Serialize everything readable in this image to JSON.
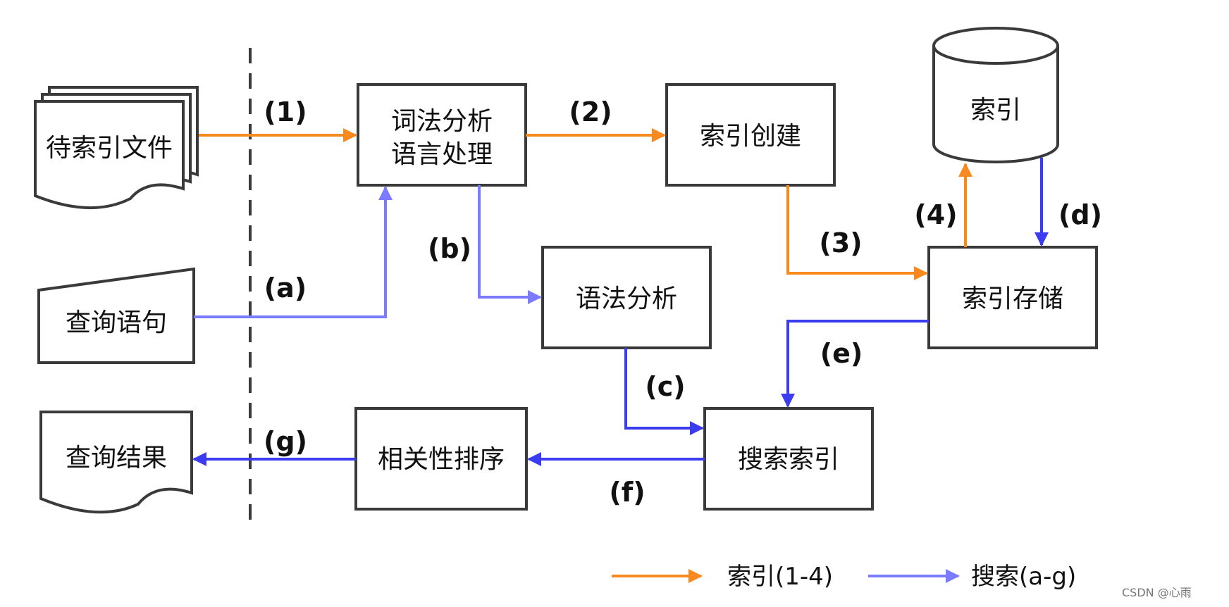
{
  "colors": {
    "index_flow": "#f7891f",
    "query_flow_light": "#7b7bff",
    "query_flow_dark": "#3b3bef",
    "box_stroke": "#3a3a3a"
  },
  "nodes": {
    "docs_to_index": "待索引文件",
    "lexical_analysis_line1": "词法分析",
    "lexical_analysis_line2": "语言处理",
    "index_creation": "索引创建",
    "index_db": "索引",
    "index_storage": "索引存储",
    "query_statement": "查询语句",
    "syntax_analysis": "语法分析",
    "search_index": "搜索索引",
    "relevance_sort": "相关性排序",
    "query_result": "查询结果"
  },
  "step_labels": {
    "s1": "(1)",
    "s2": "(2)",
    "s3": "(3)",
    "s4": "(4)",
    "a": "(a)",
    "b": "(b)",
    "c": "(c)",
    "d": "(d)",
    "e": "(e)",
    "f": "(f)",
    "g": "(g)"
  },
  "legend": {
    "index_label": "索引(1-4)",
    "search_label": "搜索(a-g)"
  },
  "watermark": "CSDN @心雨"
}
